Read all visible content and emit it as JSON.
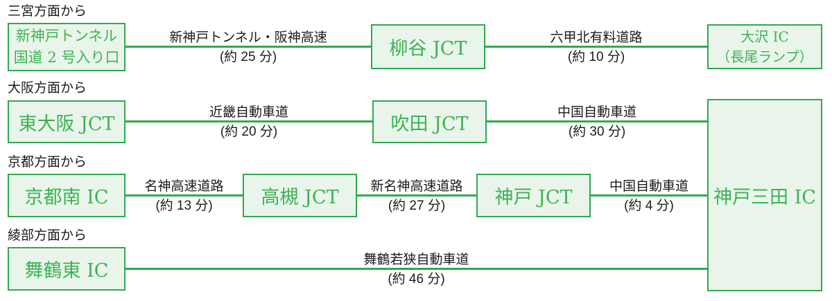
{
  "colors": {
    "line_green": "#2fa94e",
    "box_border_green": "#2fa94e",
    "box_fill_green": "#e9f5eb",
    "node_text_green": "#3cb353",
    "label_black": "#1b1b1b",
    "background": "#ffffff"
  },
  "destination": {
    "label": "神戸三田 IC"
  },
  "rows": [
    {
      "origin": "三宮方面から",
      "nodes": [
        {
          "line1": "新神戸トンネル",
          "line2": "国道 2 号入り口"
        },
        {
          "label": "柳谷 JCT"
        },
        {
          "line1": "大沢 IC",
          "line2": "（長尾ランプ）"
        }
      ],
      "segments": [
        {
          "road": "新神戸トンネル・阪神高速",
          "time": "(約 25 分)"
        },
        {
          "road": "六甲北有料道路",
          "time": "(約 10 分)"
        }
      ]
    },
    {
      "origin": "大阪方面から",
      "nodes": [
        {
          "label": "東大阪 JCT"
        },
        {
          "label": "吹田 JCT"
        }
      ],
      "segments": [
        {
          "road": "近畿自動車道",
          "time": "(約 20 分)"
        },
        {
          "road": "中国自動車道",
          "time": "(約 30 分)"
        }
      ]
    },
    {
      "origin": "京都方面から",
      "nodes": [
        {
          "label": "京都南 IC"
        },
        {
          "label": "高槻 JCT"
        },
        {
          "label": "神戸 JCT"
        }
      ],
      "segments": [
        {
          "road": "名神高速道路",
          "time": "(約 13 分)"
        },
        {
          "road": "新名神高速道路",
          "time": "(約 27 分)"
        },
        {
          "road": "中国自動車道",
          "time": "(約 4 分)"
        }
      ]
    },
    {
      "origin": "綾部方面から",
      "nodes": [
        {
          "label": "舞鶴東 IC"
        }
      ],
      "segments": [
        {
          "road": "舞鶴若狭自動車道",
          "time": "(約 46 分)"
        }
      ]
    }
  ]
}
